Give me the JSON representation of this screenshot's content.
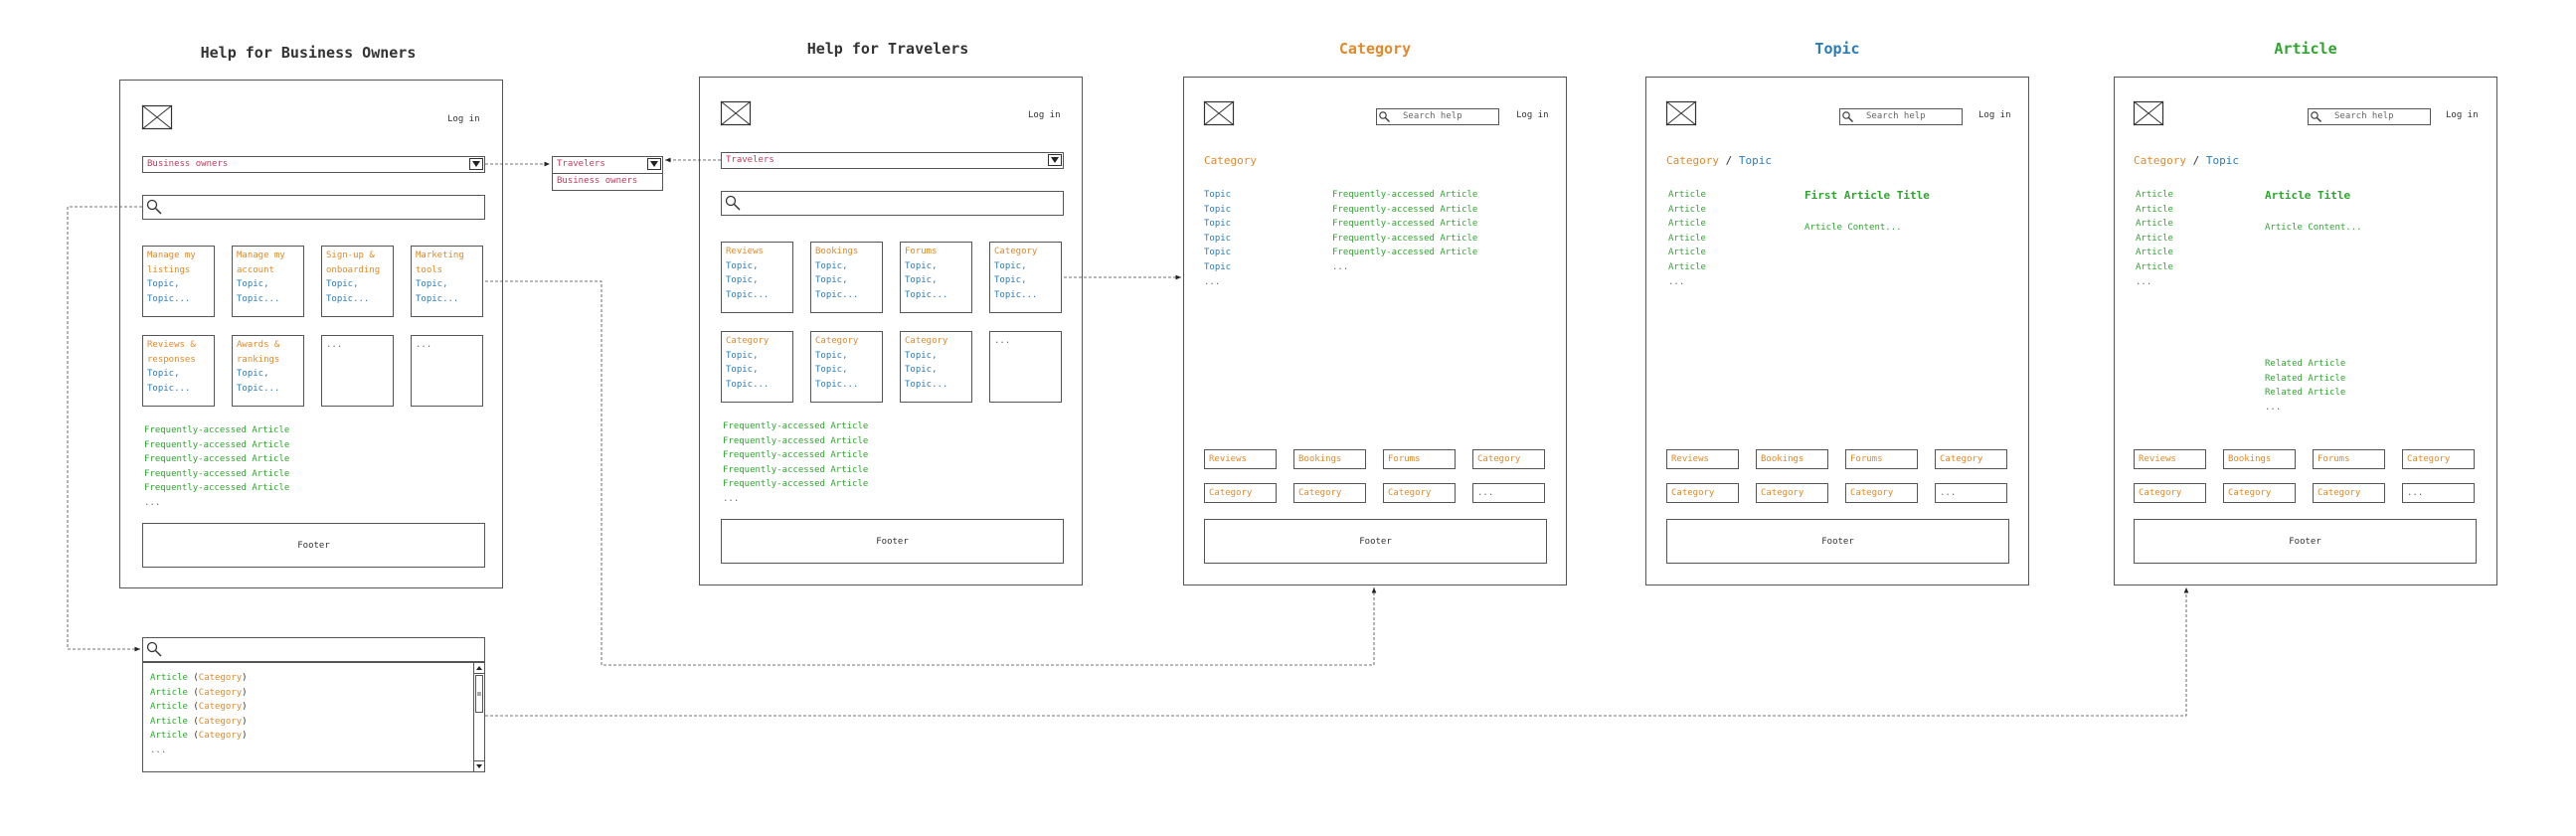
{
  "screens": {
    "business": {
      "title": "Help for Business Owners",
      "login": "Log in",
      "dropdown_value": "Business owners",
      "cards": [
        {
          "title": [
            "Manage my",
            "listings"
          ],
          "topics": [
            "Topic,",
            "Topic..."
          ]
        },
        {
          "title": [
            "Manage my",
            "account"
          ],
          "topics": [
            "Topic,",
            "Topic..."
          ]
        },
        {
          "title": [
            "Sign-up &",
            "onboarding"
          ],
          "topics": [
            "Topic,",
            "Topic..."
          ]
        },
        {
          "title": [
            "Marketing",
            "tools"
          ],
          "topics": [
            "Topic,",
            "Topic..."
          ]
        },
        {
          "title": [
            "Reviews &",
            "responses"
          ],
          "topics": [
            "Topic,",
            "Topic..."
          ]
        },
        {
          "title": [
            "Awards &",
            "rankings"
          ],
          "topics": [
            "Topic,",
            "Topic..."
          ]
        },
        {
          "title": [
            "..."
          ],
          "topics": []
        },
        {
          "title": [
            "..."
          ],
          "topics": []
        }
      ],
      "articles": [
        "Frequently-accessed Article",
        "Frequently-accessed Article",
        "Frequently-accessed Article",
        "Frequently-accessed Article",
        "Frequently-accessed Article",
        "..."
      ],
      "footer": "Footer"
    },
    "audience_dropdown": {
      "options": [
        "Travelers",
        "Business owners"
      ]
    },
    "travelers": {
      "title": "Help for Travelers",
      "login": "Log in",
      "dropdown_value": "Travelers",
      "cards": [
        {
          "title": [
            "Reviews"
          ],
          "topics": [
            "Topic,",
            "Topic,",
            "Topic..."
          ]
        },
        {
          "title": [
            "Bookings"
          ],
          "topics": [
            "Topic,",
            "Topic,",
            "Topic..."
          ]
        },
        {
          "title": [
            "Forums"
          ],
          "topics": [
            "Topic,",
            "Topic,",
            "Topic..."
          ]
        },
        {
          "title": [
            "Category"
          ],
          "topics": [
            "Topic,",
            "Topic,",
            "Topic..."
          ]
        },
        {
          "title": [
            "Category"
          ],
          "topics": [
            "Topic,",
            "Topic,",
            "Topic..."
          ]
        },
        {
          "title": [
            "Category"
          ],
          "topics": [
            "Topic,",
            "Topic,",
            "Topic..."
          ]
        },
        {
          "title": [
            "Category"
          ],
          "topics": [
            "Topic,",
            "Topic,",
            "Topic..."
          ]
        },
        {
          "title": [
            "..."
          ],
          "topics": []
        }
      ],
      "articles": [
        "Frequently-accessed Article",
        "Frequently-accessed Article",
        "Frequently-accessed Article",
        "Frequently-accessed Article",
        "Frequently-accessed Article",
        "..."
      ],
      "footer": "Footer"
    },
    "category": {
      "title": "Category",
      "search_placeholder": "Search help",
      "login": "Log in",
      "heading": "Category",
      "topics": [
        "Topic",
        "Topic",
        "Topic",
        "Topic",
        "Topic",
        "Topic",
        "..."
      ],
      "articles": [
        "Frequently-accessed Article",
        "Frequently-accessed Article",
        "Frequently-accessed Article",
        "Frequently-accessed Article",
        "Frequently-accessed Article",
        "..."
      ],
      "footer": "Footer"
    },
    "topic": {
      "title": "Topic",
      "search_placeholder": "Search help",
      "login": "Log in",
      "crumb_category": "Category",
      "crumb_sep": "/",
      "crumb_topic": "Topic",
      "articles": [
        "Article",
        "Article",
        "Article",
        "Article",
        "Article",
        "Article",
        "..."
      ],
      "article_title": "First Article Title",
      "article_content": "Article Content...",
      "footer": "Footer"
    },
    "article": {
      "title": "Article",
      "search_placeholder": "Search help",
      "login": "Log in",
      "crumb_category": "Category",
      "crumb_sep": "/",
      "crumb_topic": "Topic",
      "articles": [
        "Article",
        "Article",
        "Article",
        "Article",
        "Article",
        "Article",
        "..."
      ],
      "article_title": "Article Title",
      "article_content": "Article Content...",
      "related": [
        "Related Article",
        "Related Article",
        "Related Article",
        "..."
      ],
      "footer": "Footer"
    }
  },
  "category_grid": [
    "Reviews",
    "Bookings",
    "Forums",
    "Category",
    "Category",
    "Category",
    "Category",
    "..."
  ],
  "search_results": {
    "items": [
      {
        "article": "Article",
        "category": "Category"
      },
      {
        "article": "Article",
        "category": "Category"
      },
      {
        "article": "Article",
        "category": "Category"
      },
      {
        "article": "Article",
        "category": "Category"
      },
      {
        "article": "Article",
        "category": "Category"
      }
    ],
    "more": "..."
  },
  "colors": {
    "orange": "#e08a2c",
    "blue": "#2b7bb8",
    "green": "#2fa52f",
    "pink": "#c0395c"
  }
}
